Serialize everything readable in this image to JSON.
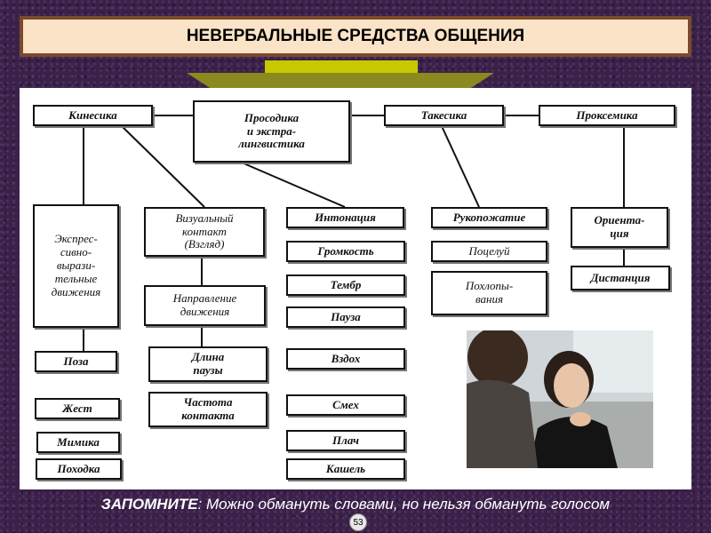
{
  "title": "НЕВЕРБАЛЬНЫЕ СРЕДСТВА ОБЩЕНИЯ",
  "headers": {
    "kinesics": "Кинесика",
    "prosody": "Просодика\nи экстра-\nлингвистика",
    "takesics": "Такесика",
    "proxemics": "Проксемика"
  },
  "kinesics_items": {
    "expressive": "Экспрес-\nсивно-\nвырази-\nтельные\nдвижения",
    "visual": "Визуальный\nконтакт\n(Взгляд)",
    "pose": "Поза",
    "gesture": "Жест",
    "mimic": "Мимика",
    "gait": "Походка",
    "direction": "Направление\nдвижения",
    "pause_length": "Длина\nпаузы",
    "contact_freq": "Частота\nконтакта"
  },
  "prosody_items": [
    "Интонация",
    "Громкость",
    "Тембр",
    "Пауза",
    "Вздох",
    "Смех",
    "Плач",
    "Кашель"
  ],
  "takesics_items": [
    "Рукопожатие",
    "Поцелуй",
    "Похлопы-\nвания"
  ],
  "proxemics_items": [
    "Ориента-\nция",
    "Дистанция"
  ],
  "footer": {
    "remember": "ЗАПОМНИТЕ",
    "text": ": Можно обмануть словами, но нельзя обмануть голосом"
  },
  "page_number": "53"
}
